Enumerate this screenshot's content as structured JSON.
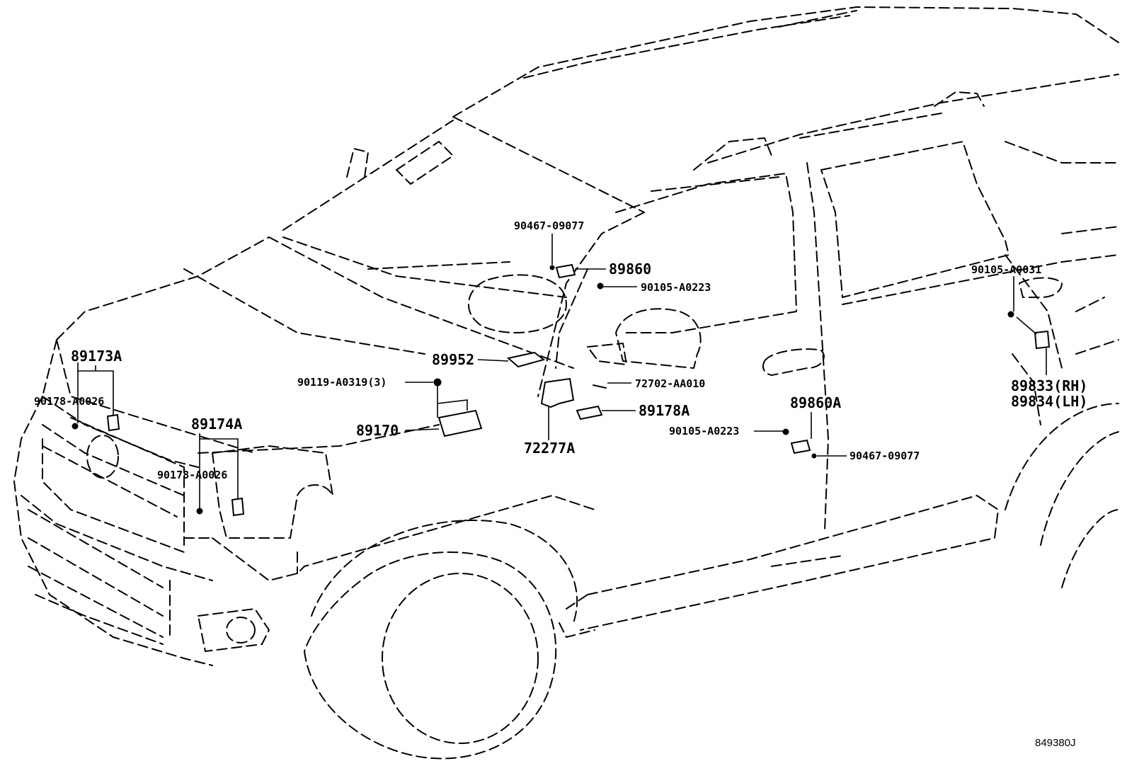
{
  "diagram_code": "849380J",
  "labels": {
    "p90467_top": "90467-09077",
    "p89860": "89860",
    "p90105_top": "90105-A0223",
    "p90105_a0031": "90105-A0031",
    "p89173a": "89173A",
    "p90178_left": "90178-A0026",
    "p89952": "89952",
    "p90119": "90119-A0319(3)",
    "p72702": "72702-AA010",
    "p89178a": "89178A",
    "p89170": "89170",
    "p72277a": "72277A",
    "p89174a": "89174A",
    "p90178_mid": "90178-A0026",
    "p89860a": "89860A",
    "p90105_bottom": "90105-A0223",
    "p90467_bottom": "90467-09077",
    "p89833": "89833(RH)",
    "p89834": "89834(LH)"
  }
}
